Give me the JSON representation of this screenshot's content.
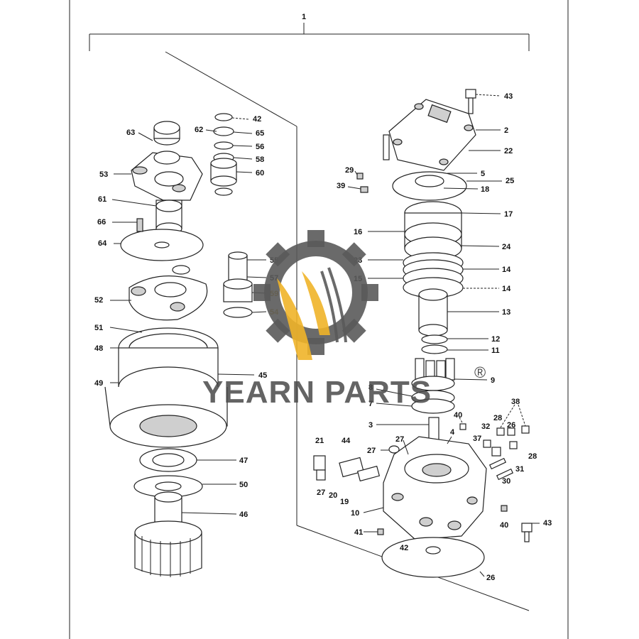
{
  "diagram": {
    "assembly_number": "1",
    "left_labels": [
      "63",
      "62",
      "42",
      "65",
      "56",
      "58",
      "60",
      "53",
      "61",
      "66",
      "64",
      "55",
      "57",
      "59",
      "54",
      "52",
      "51",
      "48",
      "45",
      "49",
      "47",
      "50",
      "46"
    ],
    "right_labels": [
      "43",
      "2",
      "22",
      "29",
      "39",
      "5",
      "25",
      "18",
      "17",
      "16",
      "24",
      "23",
      "14",
      "15",
      "14",
      "13",
      "12",
      "11",
      "9",
      "8",
      "7",
      "3",
      "40",
      "38",
      "28",
      "4",
      "32",
      "26",
      "27",
      "37",
      "21",
      "44",
      "28",
      "31",
      "30",
      "27",
      "20",
      "19",
      "10",
      "40",
      "41",
      "43",
      "42",
      "26"
    ]
  },
  "watermark": {
    "brand_text": "YEARN PARTS",
    "registered_mark": "®",
    "gear_color": "#5a5a5a",
    "accent_color": "#f0b429"
  },
  "colors": {
    "line": "#222222",
    "background": "#ffffff",
    "highlight_label": "#c08a00"
  }
}
